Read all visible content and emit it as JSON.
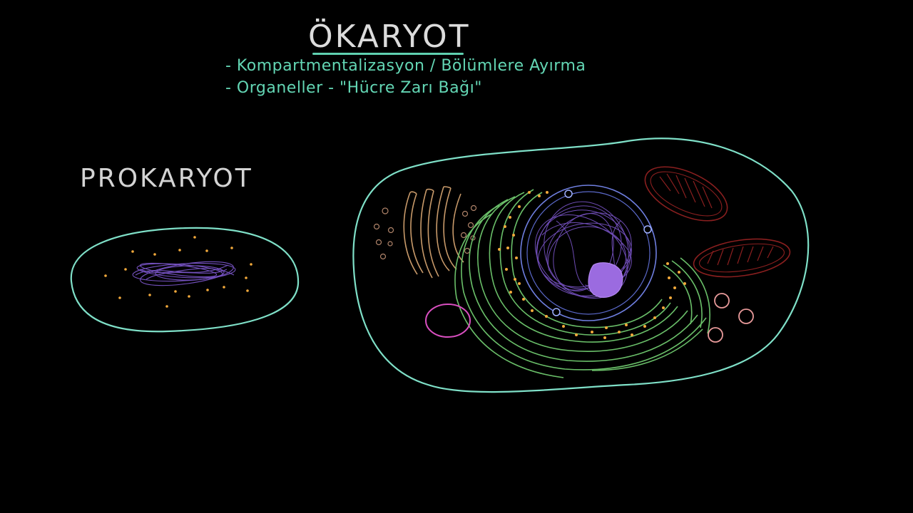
{
  "title": "ÖKARYOT",
  "bullets": [
    "- Kompartmentalizasyon / Bölümlere Ayırma",
    "- Organeller - \"Hücre Zarı Bağı\""
  ],
  "prokaryote_label": "PROKARYOT",
  "colors": {
    "background": "#000000",
    "membrane": "#7fe0c8",
    "text_accent": "#63d6b4",
    "text_light": "#d8d8d8",
    "dna": "#7a55c8",
    "nucleolus": "#9b6be0",
    "ribosome": "#f2a93b",
    "golgi": "#c89a6a",
    "er": "#6abf69",
    "nuclear_envelope": "#6f7fe0",
    "mitochondria": "#8a1f1f",
    "vesicle_pink": "#e86fa0",
    "vesicle_ring": "#e89a9a",
    "vacuole": "#d94fc0"
  },
  "icons": {
    "prokaryotic_cell": "prokaryotic-cell-icon",
    "eukaryotic_cell": "eukaryotic-cell-icon"
  }
}
